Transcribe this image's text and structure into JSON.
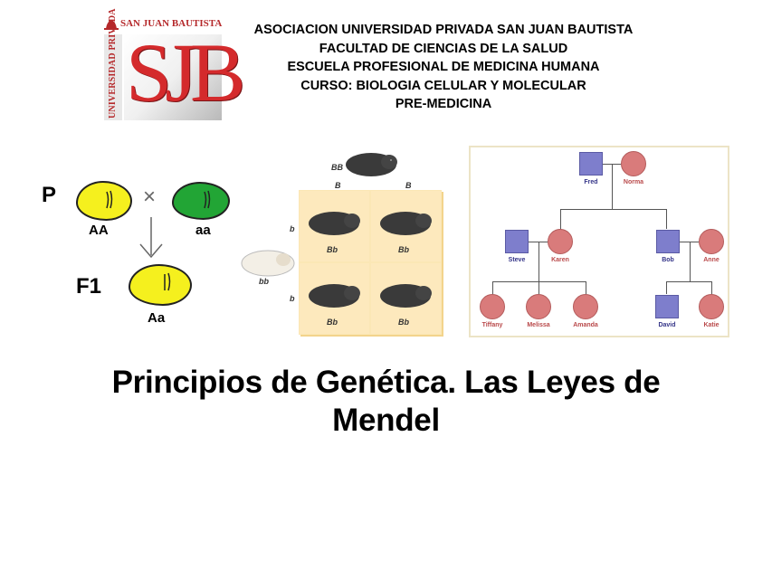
{
  "logo": {
    "top_text": "SAN JUAN BAUTISTA",
    "side_text": "UNIVERSIDAD PRIVADA",
    "monogram": "SJB",
    "colors": {
      "red": "#d42a2c",
      "dark_red": "#b5292b"
    }
  },
  "header": {
    "lines": [
      "ASOCIACION UNIVERSIDAD PRIVADA SAN JUAN BAUTISTA",
      "FACULTAD DE CIENCIAS DE LA SALUD",
      "ESCUELA PROFESIONAL DE MEDICINA HUMANA",
      "CURSO: BIOLOGIA CELULAR Y MOLECULAR",
      "PRE-MEDICINA"
    ]
  },
  "pea_cross": {
    "p_label": "P",
    "f1_label": "F1",
    "cross_symbol": "×",
    "parent1": {
      "genotype": "AA",
      "color": "#f5f01e"
    },
    "parent2": {
      "genotype": "aa",
      "color": "#22a535"
    },
    "offspring": {
      "genotype": "Aa",
      "color": "#f5f01e"
    }
  },
  "punnett": {
    "parent_top": "BB",
    "parent_left": "bb",
    "top_gametes": [
      "B",
      "B"
    ],
    "left_gametes": [
      "b",
      "b"
    ],
    "cells": [
      "Bb",
      "Bb",
      "Bb",
      "Bb"
    ],
    "cell_color": "#fde9bd"
  },
  "pedigree": {
    "colors": {
      "male": "#7e7ecc",
      "female": "#d97b7b",
      "male_text": "#343488",
      "female_text": "#b9494a"
    },
    "generation1": [
      {
        "name": "Fred",
        "sex": "male"
      },
      {
        "name": "Norma",
        "sex": "female"
      }
    ],
    "generation2": [
      {
        "name": "Steve",
        "sex": "male"
      },
      {
        "name": "Karen",
        "sex": "female"
      },
      {
        "name": "Bob",
        "sex": "male"
      },
      {
        "name": "Anne",
        "sex": "female"
      }
    ],
    "generation3": [
      {
        "name": "Tiffany",
        "sex": "female"
      },
      {
        "name": "Melissa",
        "sex": "female"
      },
      {
        "name": "Amanda",
        "sex": "female"
      },
      {
        "name": "David",
        "sex": "male"
      },
      {
        "name": "Katie",
        "sex": "female"
      }
    ]
  },
  "title": {
    "line1": "Principios de Genética. Las Leyes de",
    "line2": "Mendel"
  }
}
